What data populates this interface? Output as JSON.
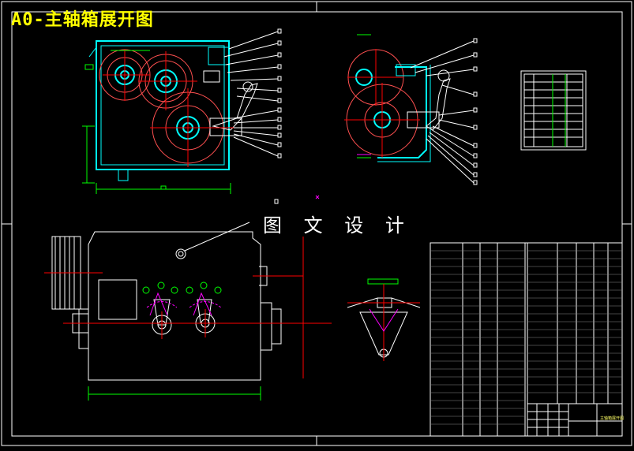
{
  "title": "A0-主轴箱展开图",
  "watermark": "图 文 设 计",
  "drawing": {
    "background": "#000000",
    "frame_color": "#ffffff",
    "outline_color": "#ffffff",
    "housing_color": "#00ffff",
    "gear_color": "#ff5050",
    "centerline_color": "#ff0000",
    "dimension_color": "#00ff00",
    "title_color": "#ffff00",
    "leader_color": "#ffffff",
    "accent_color": "#ff00ff"
  },
  "title_block": {
    "label": "主轴箱展开图"
  }
}
